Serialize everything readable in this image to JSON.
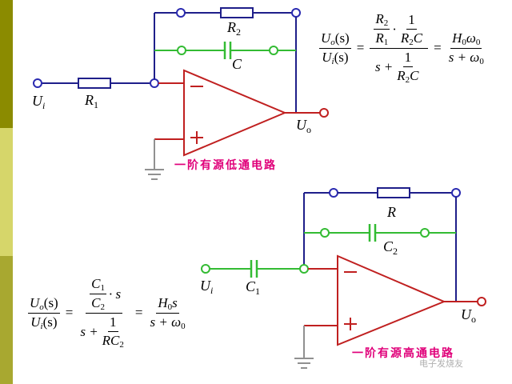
{
  "colors": {
    "sidebar_top": "#8b8b00",
    "sidebar_mid": "#d6d66a",
    "sidebar_bottom": "#a8a830",
    "wire_blue": "#1f1f8a",
    "wire_green": "#33bb33",
    "opamp_red": "#c02020",
    "terminal_blue": "#2a2ab0",
    "caption": "#e0007a"
  },
  "circuit_lowpass": {
    "input_label": "U",
    "input_sub": "i",
    "resistor_in_label": "R",
    "resistor_in_sub": "1",
    "resistor_fb_label": "R",
    "resistor_fb_sub": "2",
    "capacitor_label": "C",
    "output_label": "U",
    "output_sub": "o",
    "caption": "一阶有源低通电路"
  },
  "circuit_highpass": {
    "input_label": "U",
    "input_sub": "i",
    "capacitor_in_label": "C",
    "capacitor_in_sub": "1",
    "resistor_fb_label": "R",
    "capacitor_fb_label": "C",
    "capacitor_fb_sub": "2",
    "output_label": "U",
    "output_sub": "o",
    "caption": "一阶有源高通电路"
  },
  "formula_lowpass": {
    "lhs_num": "U",
    "lhs_num_sub": "o",
    "lhs_den": "U",
    "lhs_den_sub": "i",
    "arg": "(s)",
    "mid_num_a": "R",
    "mid_num_a_sub": "2",
    "mid_num_b": "R",
    "mid_num_b_sub": "1",
    "mid_num_c_num": "1",
    "mid_num_c_den": "R",
    "mid_num_c_den_sub": "2",
    "mid_num_c_den_tail": "C",
    "mid_den_s": "s +",
    "mid_den_frac_num": "1",
    "mid_den_frac_den": "R",
    "mid_den_frac_den_sub": "2",
    "mid_den_frac_den_tail": "C",
    "rhs_num": "H",
    "rhs_num_sub": "0",
    "rhs_num_tail": "ω",
    "rhs_num_tail_sub": "0",
    "rhs_den": "s + ω",
    "rhs_den_sub": "0"
  },
  "formula_highpass": {
    "lhs_num": "U",
    "lhs_num_sub": "o",
    "lhs_den": "U",
    "lhs_den_sub": "i",
    "arg": "(s)",
    "mid_num_frac_num": "C",
    "mid_num_frac_num_sub": "1",
    "mid_num_frac_den": "C",
    "mid_num_frac_den_sub": "2",
    "mid_num_tail": "· s",
    "mid_den_s": "s +",
    "mid_den_frac_num": "1",
    "mid_den_frac_den": "RC",
    "mid_den_frac_den_sub": "2",
    "rhs_num": "H",
    "rhs_num_sub": "0",
    "rhs_num_tail": "s",
    "rhs_den": "s + ω",
    "rhs_den_sub": "0"
  },
  "watermark": "电子发烧友"
}
